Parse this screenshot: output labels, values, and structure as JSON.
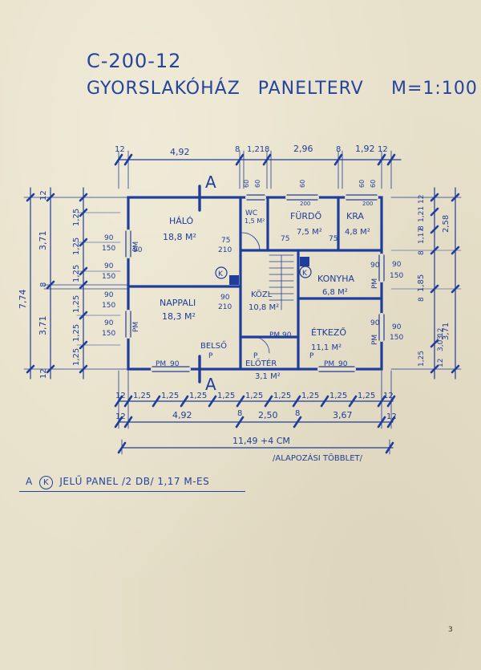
{
  "title": {
    "code": "C-200-12",
    "main": "GYORSLAKÓHÁZ PANELTERV",
    "scale": "M=1:100"
  },
  "top_dims": {
    "d1": "12",
    "d2": "4,92",
    "d3": "8",
    "d4": "1,21",
    "d5": "8",
    "d6": "2,96",
    "d7": "8",
    "d8": "1,92",
    "d9": "12"
  },
  "bottom_dims": {
    "panels": [
      "12",
      "1,25",
      "1,25",
      "1,25",
      "1,25",
      "1,25",
      "1,25",
      "1,25",
      "1,25",
      "1,25",
      "12"
    ],
    "r2": [
      "12",
      "4,92",
      "8",
      "2,50",
      "8",
      "3,67",
      "12"
    ],
    "total": "11,49 +4 CM",
    "extra": "ALAPOZÁSI TÖBBLET"
  },
  "left_dims": {
    "total": "7,74",
    "upper": "3,71",
    "mid": "8",
    "lower": "3,71",
    "top12": "12",
    "bottom12": "12",
    "panels": [
      "1,25",
      "1,25",
      "1,25",
      "1,25",
      "1,25",
      "1,25"
    ]
  },
  "right_dims": {
    "r1": [
      "8",
      "1,17",
      "8",
      "1,21",
      "12"
    ],
    "r1b": [
      "2,58"
    ],
    "r2": [
      "3,71"
    ],
    "r2b": [
      "1,85",
      "8"
    ],
    "r3": [
      "1,25",
      "12",
      "3,03",
      "12"
    ]
  },
  "rooms": [
    {
      "name": "HÁLÓ",
      "area": "18,8 M²"
    },
    {
      "name": "WC",
      "area": "1,5 M²"
    },
    {
      "name": "FÜRDŐ",
      "area": "7,5 M²"
    },
    {
      "name": "KRA",
      "area": "4,8 M²"
    },
    {
      "name": "KONYHA",
      "area": "6,8 M²"
    },
    {
      "name": "NAPPALI",
      "area": "18,3 M²"
    },
    {
      "name": "KÖZL",
      "area": "10,8 M²"
    },
    {
      "name": "ÉTKEZŐ",
      "area": "11,1 M²"
    },
    {
      "name": "BELSŐ",
      "area": ""
    },
    {
      "name": "ELŐTÉR",
      "area": "3,1 M²"
    }
  ],
  "window_marks": {
    "w90": "90",
    "w150": "150",
    "d75": "75",
    "d210": "210",
    "d60": "60",
    "d200": "200",
    "pm": "PM",
    "k": "K",
    "p": "P",
    "a": "A"
  },
  "note": {
    "prefix": "A",
    "k": "K",
    "text": "JELŰ PANEL /2 DB/ 1,17 M-ES"
  },
  "page_number": "3"
}
